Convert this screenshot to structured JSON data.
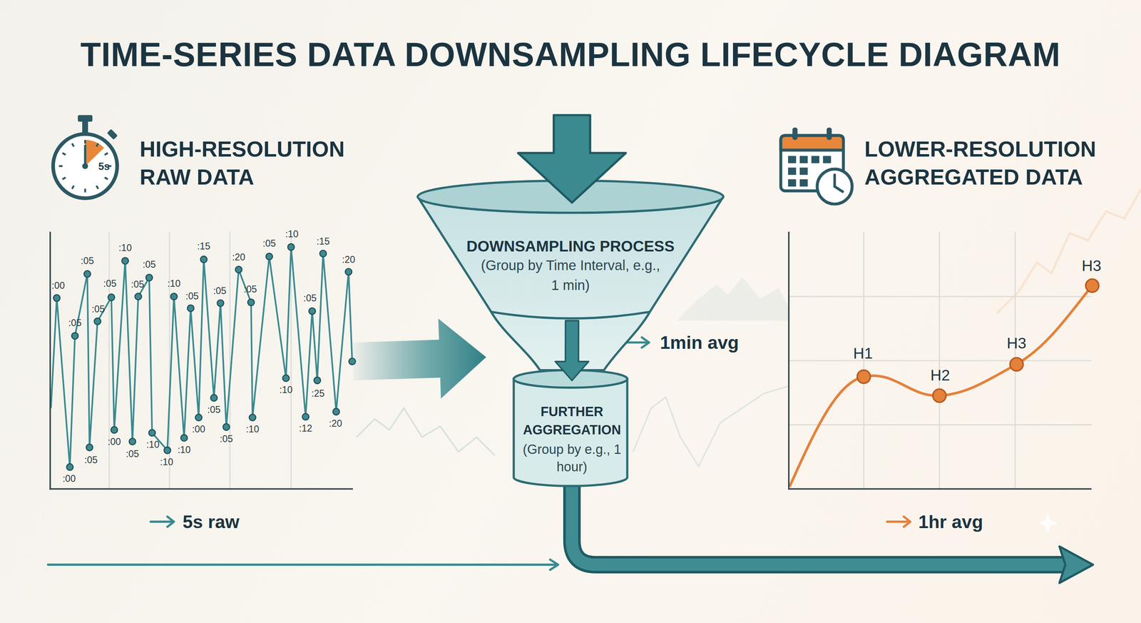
{
  "diagram": {
    "title": "TIME-SERIES DATA DOWNSAMPLING LIFECYCLE DIAGRAM",
    "nodes": [
      {
        "text": [
          "5s"
        ]
      },
      {
        "text": [
          "HIGH-RESOLUTION RAW DATA"
        ]
      },
      {
        "text": [
          "DOWNSAMPLING PROCESS",
          "(Group by Time Interval, e.g., 1 min)"
        ]
      },
      {
        "text": [
          "FURTHER AGGREGATION",
          "(Group by e.g., 1 hour)"
        ]
      },
      {
        "text": [
          "LOWER-RESOLUTION AGGREGATED DATA"
        ]
      }
    ],
    "edges": [
      {
        "from": 1,
        "to": 2,
        "arrow": "to"
      },
      {
        "from": 2,
        "to": 3,
        "arrow": "to"
      }
    ],
    "labels": [
      "1min avg",
      "5s raw",
      "1hr avg",
      "H1",
      "H2",
      "H3",
      "H3",
      ":00",
      ":05",
      ":00",
      ":05",
      ":05",
      ":05",
      ":05",
      ":00",
      ":10",
      ":05",
      ":05",
      ":05",
      ":10",
      ":10",
      ":10",
      ":05",
      ":10",
      ":15",
      ":00",
      ":05",
      ":05",
      ":05",
      ":20",
      ":05",
      ":10",
      ":05",
      ":10",
      ":10",
      ":05",
      ":12",
      ":15",
      ":25",
      ":20",
      ":20"
    ]
  }
}
